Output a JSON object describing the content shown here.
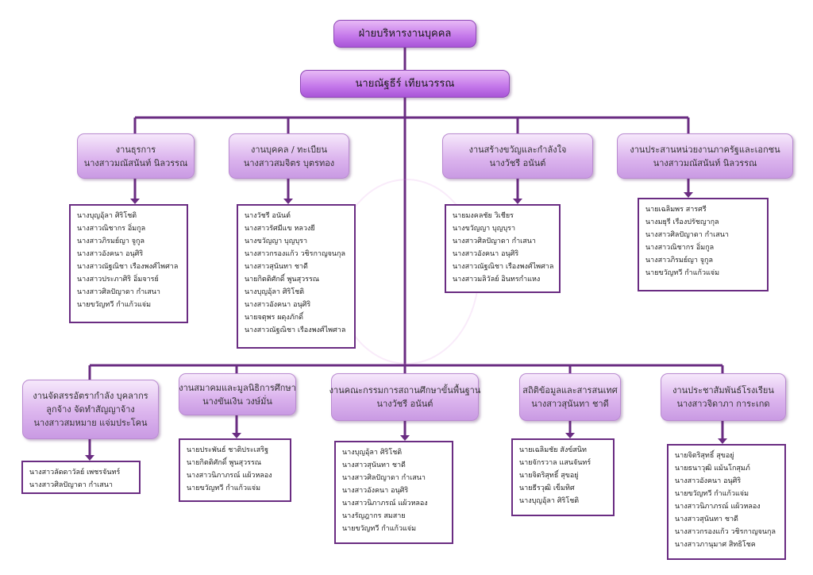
{
  "colors": {
    "connector": "#6a2c82",
    "box_fill": "#dcb5ee",
    "head_fill": "#c477ea"
  },
  "top": {
    "title": "ฝ่ายบริหารงานบุคคล",
    "head": "นายณัฐธีร์ เทียนวรรณ"
  },
  "upper": [
    {
      "line1": "งานธุรการ",
      "line2": "นางสาวมณัสนันท์ นิลวรรณ",
      "members": [
        "นางบุญอุ้ลา ศิริโชติ",
        "นางสาวณิชากร อิ่มกูล",
        "นางสาวภิรมย์ญา จูกูล",
        "นางสาวอังคนา อนุศิริ",
        "นางสาวณัฐณิชา เรืองพงศ์ไพศาล",
        "นางสาวประภาศิริ อิ่มจารย์",
        "นางสาวศิลปัญาดา กำเสนา",
        "นายขวัญทวี กำแก้วแจ่ม"
      ]
    },
    {
      "line1": "งานบุคคล / ทะเบียน",
      "line2": "นางสาวสมจิตร บุตรทอง",
      "members": [
        "นางวัชรี อนันต์",
        "นางสาวรัศมีแข หลวงยี",
        "นางขวัญญา บุญบุรา",
        "นางสาวกรองแก้ว วชิรกาญจนกุล",
        "นางสาวสุนันทา ชาดี",
        "นายกิตติศักดิ์ พูนสุวรรณ",
        "นางบุญอุ้ลา ศิริโชติ",
        "นางสาวอังคนา อนุศิริ",
        "นายจตุพร ผดุงภักดิ์",
        "นางสาวณัฐณิชา เรืองพงศ์ไพศาล"
      ]
    },
    {
      "line1": "งานสร้างขวัญและกำลังใจ",
      "line2": "นางวัชรี อนันต์",
      "members": [
        "นายมงคลชัย วิเชียร",
        "นางขวัญญา บุญบุรา",
        "นางสาวศิลปัญาดา กำเสนา",
        "นางสาวอังคนา อนุศิริ",
        "นางสาวณัฐณิชา เรืองพงศ์ไพศาล",
        "นางสาวมลิวัลย์ อินทรกำแหง"
      ]
    },
    {
      "line1": "งานประสานหน่วยงานภาครัฐและเอกชน",
      "line2": "นางสาวมณัสนันท์ นิลวรรณ",
      "members": [
        "นายเฉลิมพร สารศรี",
        "นางมยุรี เรืองปรัชญากุล",
        "นางสาวศิลปัญาดา กำเสนา",
        "นางสาวณิชากร อิ่มกูล",
        "นางสาวภิรมย์ญา จูกูล",
        "นายขวัญทวี กำแก้วแจ่ม"
      ]
    }
  ],
  "lower": [
    {
      "lines": [
        "งานจัดสรรอัตรากำลัง บุคลากร",
        "ลูกจ้าง จัดทำสัญญาจ้าง",
        "นางสาวสมหมาย แจ่มประโคน"
      ],
      "members": [
        "นางสาวลัดดาวัลย์ เพชรจันทร์",
        "นางสาวศิลปัญาดา กำเสนา"
      ]
    },
    {
      "lines": [
        "งานสมาคมและมูลนิธิการศึกษา",
        "นางขันเงิน วงษ์มั่น"
      ],
      "members": [
        "นายประพันธ์ ชาติประเสริฐ",
        "นายกิตติศักดิ์ พูนสุวรรณ",
        "นางสาวนิภาภรณ์ แผ้วหลอง",
        "นายขวัญทวี กำแก้วแจ่ม"
      ]
    },
    {
      "lines": [
        "งานคณะกรรมการสถานศึกษาขั้นพื้นฐาน",
        "นางวัชรี อนันต์"
      ],
      "members": [
        "นางบุญอุ้ลา ศิริโชติ",
        "นางสาวสุนันทา ชาดี",
        "นางสาวศิลปัญาดา กำเสนา",
        "นางสาวอังคนา อนุศิริ",
        "นางสาวนิภาภรณ์ แผ้วหลอง",
        "นางรัญฎากร สมสาย",
        "นายขวัญทวี กำแก้วแจ่ม"
      ]
    },
    {
      "lines": [
        "สถิติข้อมูลและสารสนเทศ",
        "นางสาวสุนันทา ชาดี"
      ],
      "members": [
        "นายเฉลิมชัย สังข์สนิท",
        "นายจักรวาล แสนจันทร์",
        "นายจิตริสุทธิ์ สุขอยู่",
        "นายธีรวุฒิ เข็มทิศ",
        "นางบุญอุ้ลา ศิริโชติ"
      ]
    },
    {
      "lines": [
        "งานประชาสัมพันธ์โรงเรียน",
        "นางสาวจิดาภา การะเกด"
      ],
      "members": [
        "นายจิตริสุทธิ์ สุขอยู่",
        "นายธนาวุฒิ แม้นโกสุมภ์",
        "นางสาวอังคนา อนุศิริ",
        "นายขวัญทวี กำแก้วแจ่ม",
        "นางสาวนิภาภรณ์ แผ้วหลอง",
        "นางสาวสุนันทา ชาดี",
        "นางสาวกรองแก้ว วชิรกาญจนกุล",
        "นางสาวภานุมาศ สิทธิโชค"
      ]
    }
  ]
}
